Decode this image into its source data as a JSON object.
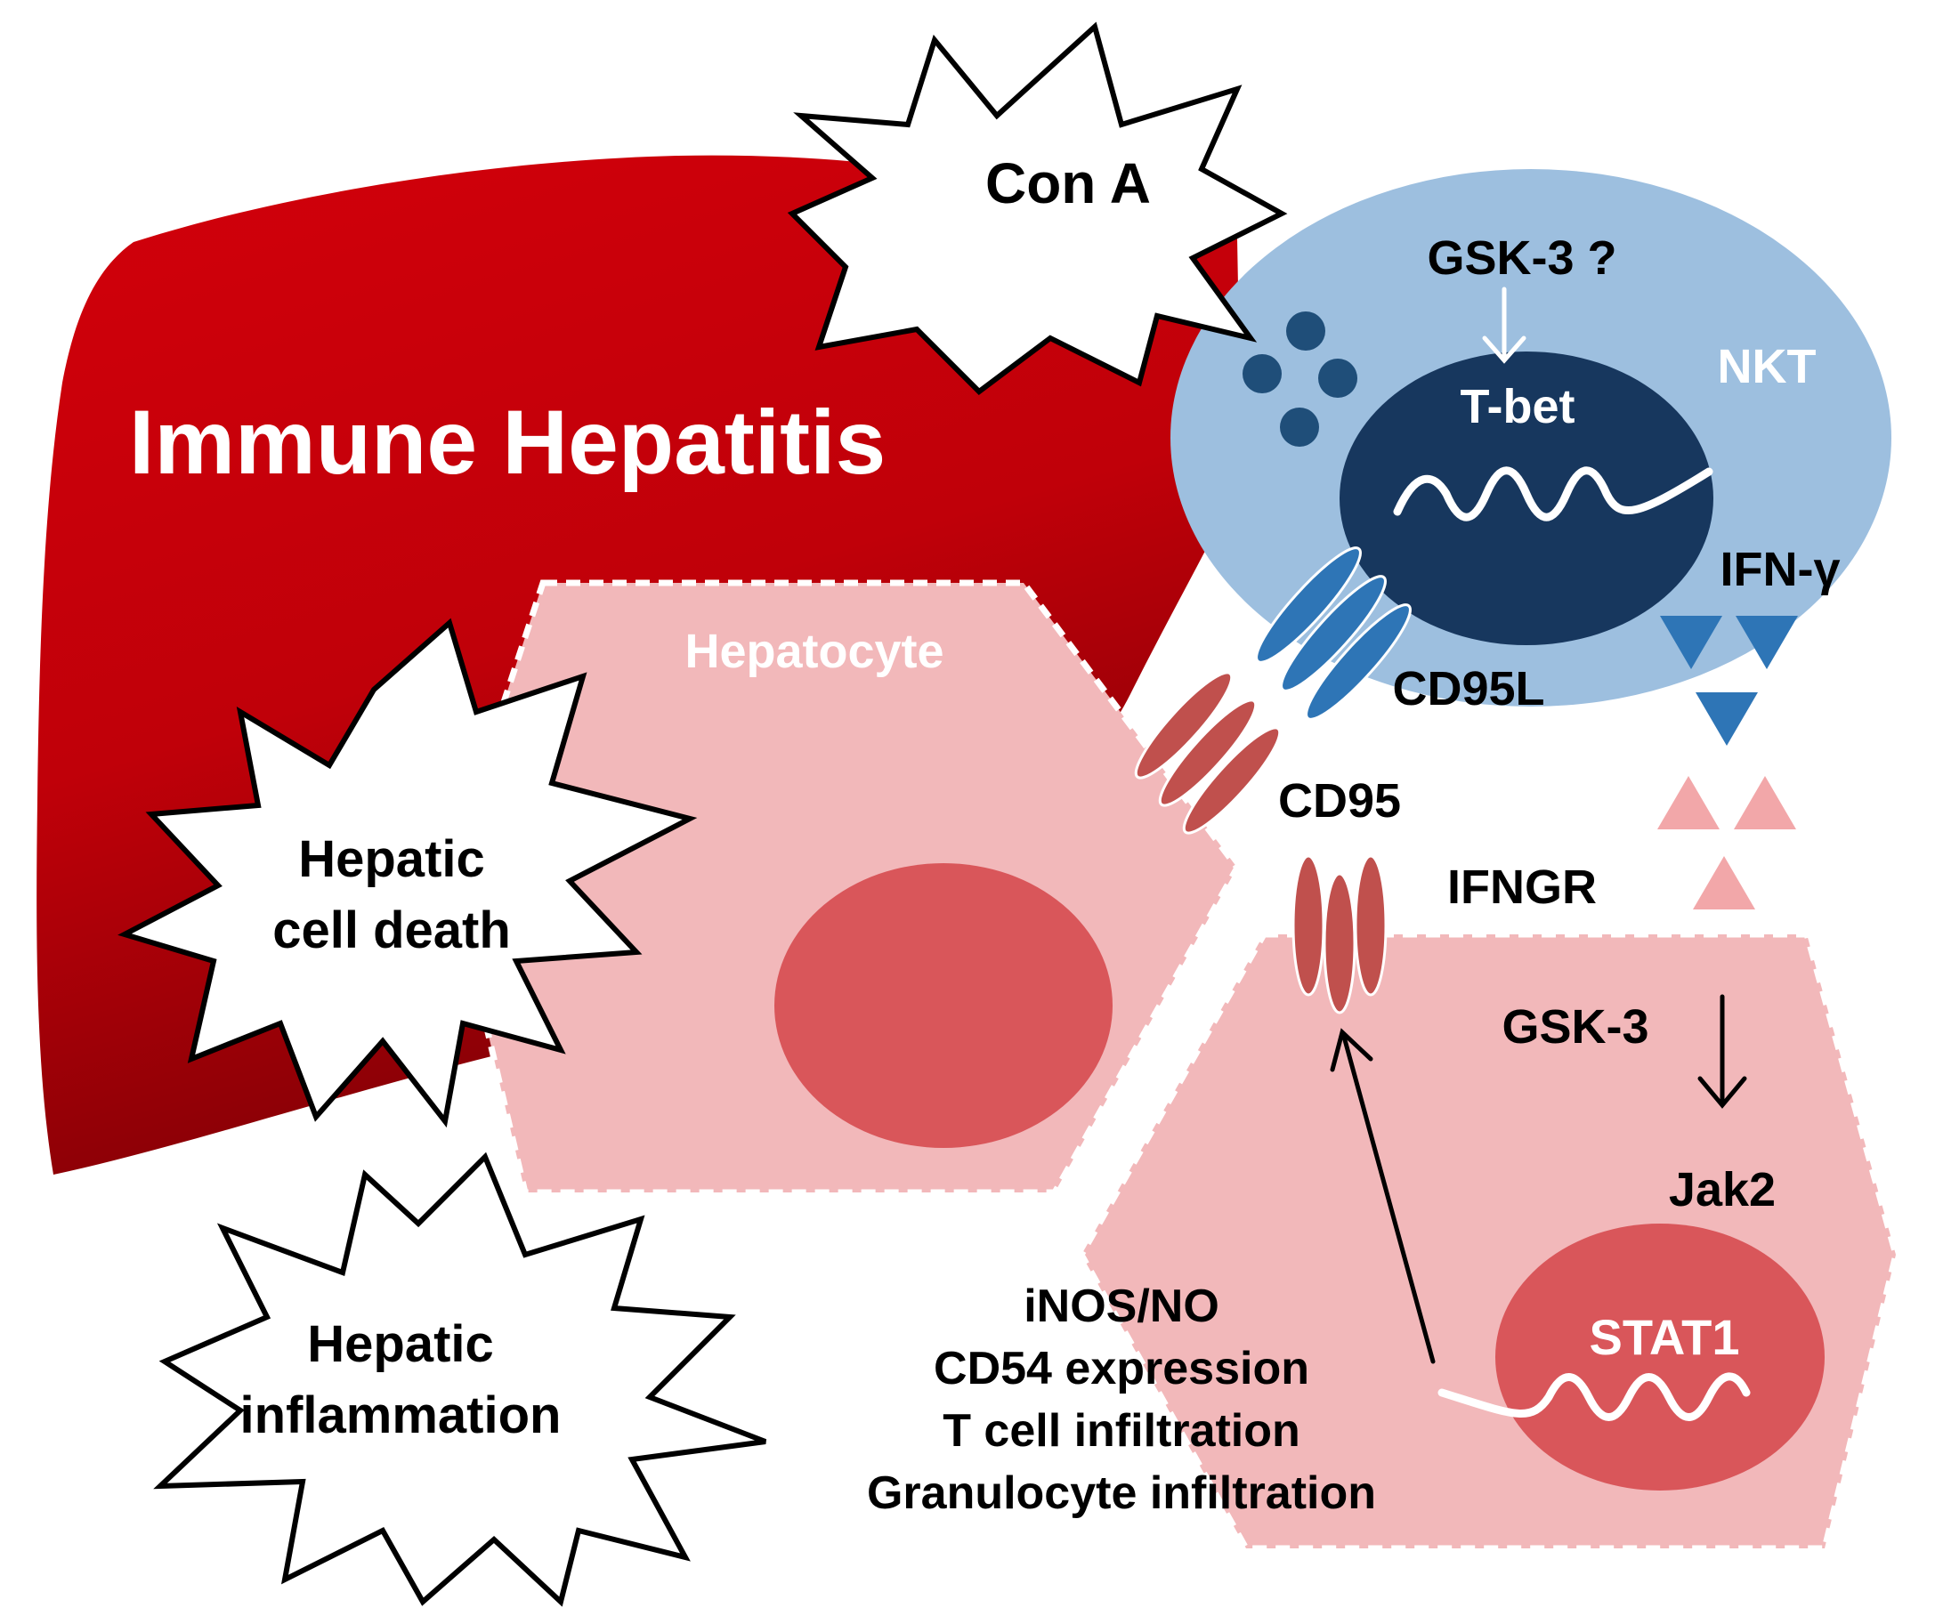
{
  "title": "Immune Hepatitis",
  "labels": {
    "con_a": "Con A",
    "gsk3_question": "GSK-3 ?",
    "nkt": "NKT",
    "tbet": "T-bet",
    "ifn_gamma": "IFN-γ",
    "cd95l": "CD95L",
    "cd95": "CD95",
    "ifngr": "IFNGR",
    "hepatocyte": "Hepatocyte",
    "gsk3": "GSK-3",
    "jak2": "Jak2",
    "stat1": "STAT1",
    "hepatic_cell_death": [
      "Hepatic",
      "cell death"
    ],
    "hepatic_inflammation": [
      "Hepatic",
      "inflammation"
    ],
    "effects": [
      "iNOS/NO",
      "CD54 expression",
      "T cell infiltration",
      "Granulocyte infiltration"
    ]
  },
  "colors": {
    "liver": "#c8000a",
    "liver_dark": "#8a0006",
    "nkt_cell": "#9dbfdf",
    "nkt_nucleus": "#17375e",
    "nkt_granule": "#1f4e79",
    "hepatocyte": "#f2b8ba",
    "hepatocyte_nucleus": "#d9565a",
    "cd95": "#c0504d",
    "cd95l": "#2e75b6",
    "ifn_gamma": "#2e75b6",
    "ifngr": "#f2a7a9",
    "text_dark": "#000000",
    "text_light": "#ffffff"
  }
}
